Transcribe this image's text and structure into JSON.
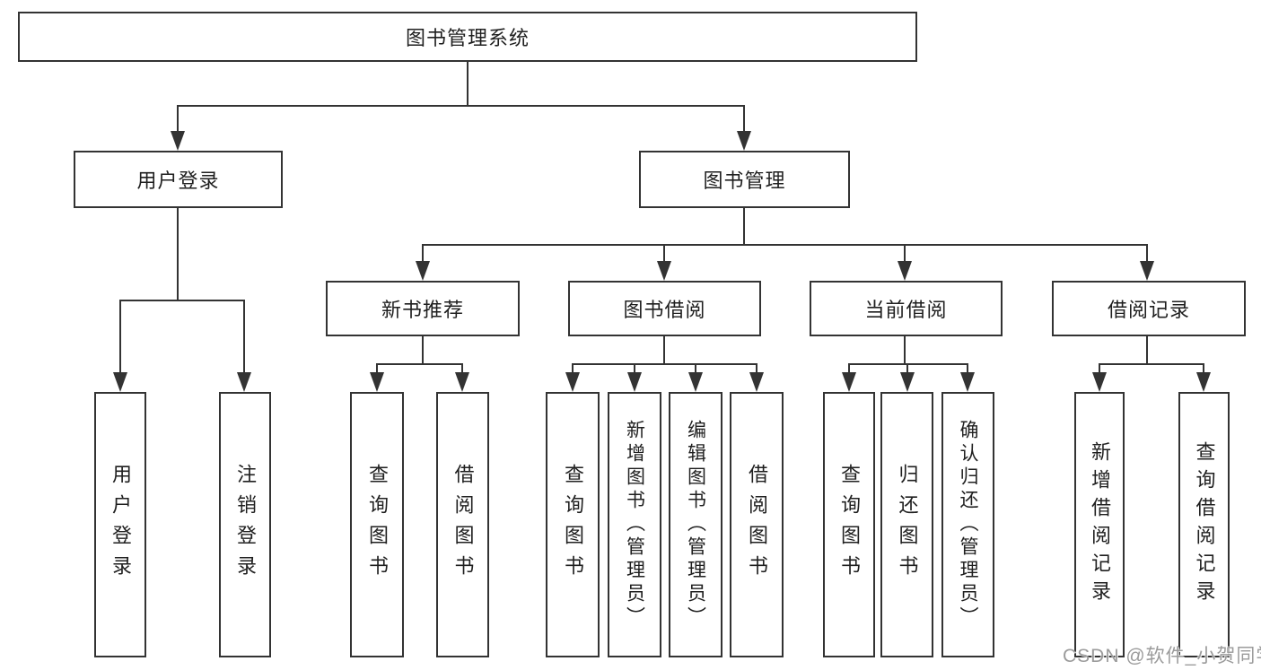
{
  "diagram_title": "图书管理系统",
  "tree": {
    "root": {
      "label": "图书管理系统"
    },
    "user_login_branch": {
      "label": "用户登录",
      "children": [
        {
          "label": "用户登录"
        },
        {
          "label": "注销登录"
        }
      ]
    },
    "book_mgmt_branch": {
      "label": "图书管理",
      "groups": [
        {
          "label": "新书推荐",
          "children": [
            {
              "label": "查询图书"
            },
            {
              "label": "借阅图书"
            }
          ]
        },
        {
          "label": "图书借阅",
          "children": [
            {
              "label": "查询图书"
            },
            {
              "label": "新增图书（管理员）"
            },
            {
              "label": "编辑图书（管理员）"
            },
            {
              "label": "借阅图书"
            }
          ]
        },
        {
          "label": "当前借阅",
          "children": [
            {
              "label": "查询图书"
            },
            {
              "label": "归还图书"
            },
            {
              "label": "确认归还（管理员）"
            }
          ]
        },
        {
          "label": "借阅记录",
          "children": [
            {
              "label": "新增借阅记录"
            },
            {
              "label": "查询借阅记录"
            }
          ]
        }
      ]
    }
  },
  "watermark": "CSDN @软件_小贺同学",
  "colors": {
    "line": "#333333",
    "text": "#1f1f1f",
    "watermark": "#9b9b9b",
    "background": "#ffffff"
  }
}
